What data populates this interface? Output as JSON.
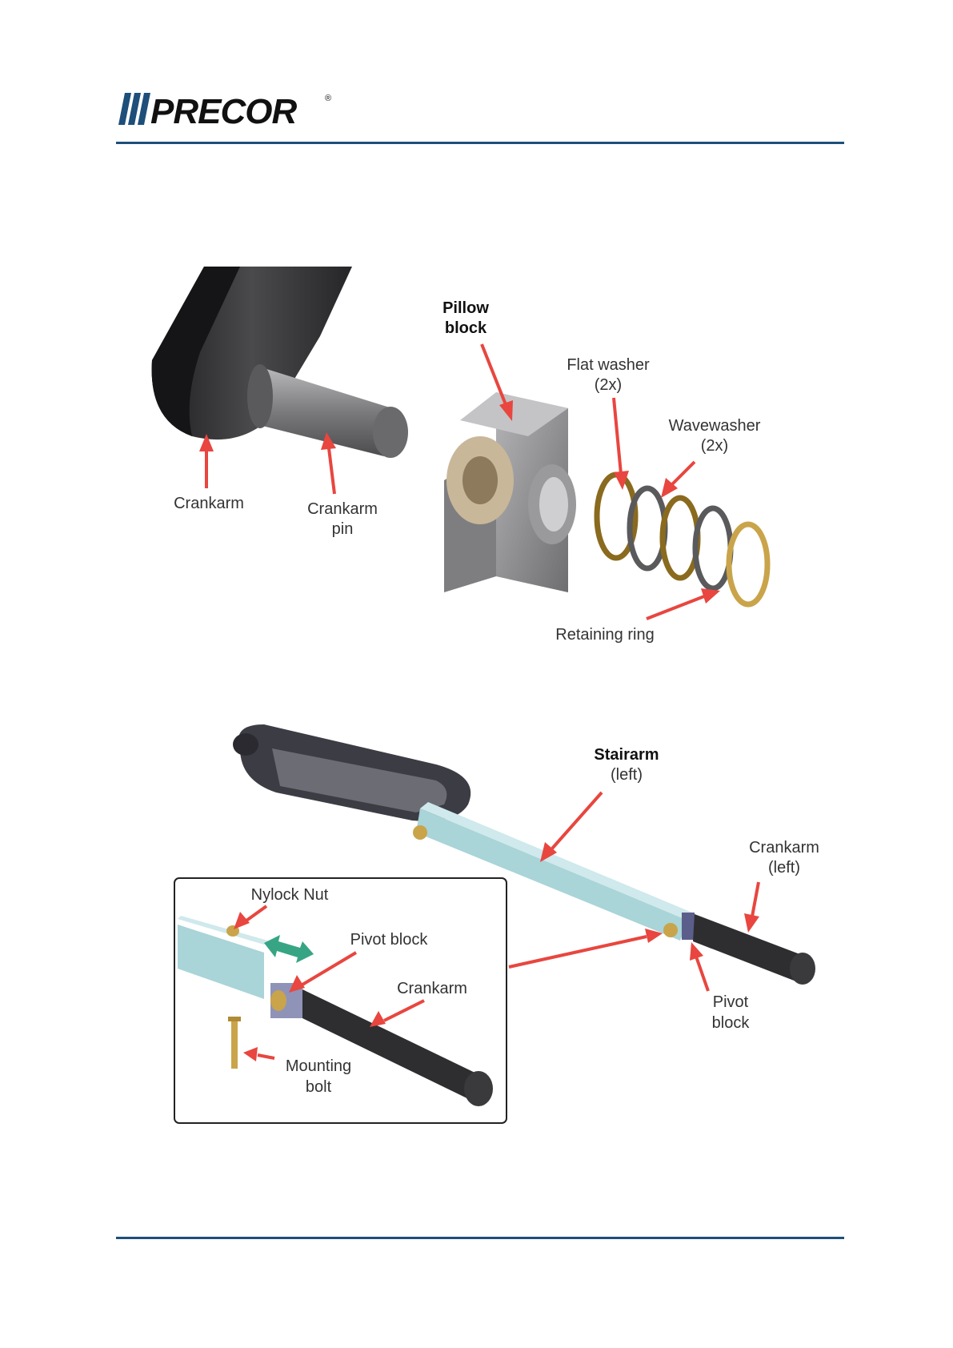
{
  "brand": {
    "name": "PRECOR",
    "registered": "®",
    "accent": "#1d4f7a"
  },
  "figure1": {
    "labels": {
      "pillow_block_1": "Pillow",
      "pillow_block_2": "block",
      "flat_washer_1": "Flat washer",
      "flat_washer_2": "(2x)",
      "wavewasher_1": "Wavewasher",
      "wavewasher_2": "(2x)",
      "crankarm": "Crankarm",
      "crankarm_pin_1": "Crankarm",
      "crankarm_pin_2": "pin",
      "retaining_ring": "Retaining ring"
    }
  },
  "figure2": {
    "labels": {
      "stairarm_1": "Stairarm",
      "stairarm_2": "(left)",
      "crankarm_left_1": "Crankarm",
      "crankarm_left_2": "(left)",
      "nylock_nut": "Nylock Nut",
      "pivot_block_inset": "Pivot block",
      "crankarm_inset": "Crankarm",
      "pivot_block_1": "Pivot",
      "pivot_block_2": "block",
      "mounting_bolt_1": "Mounting",
      "mounting_bolt_2": "bolt"
    }
  },
  "colors": {
    "arrow": "#e8463f",
    "stairarm": "#a9d4d8",
    "crankarm": "#2e2e30",
    "brass": "#c9a44a",
    "pillow": "#8b8b8d"
  }
}
